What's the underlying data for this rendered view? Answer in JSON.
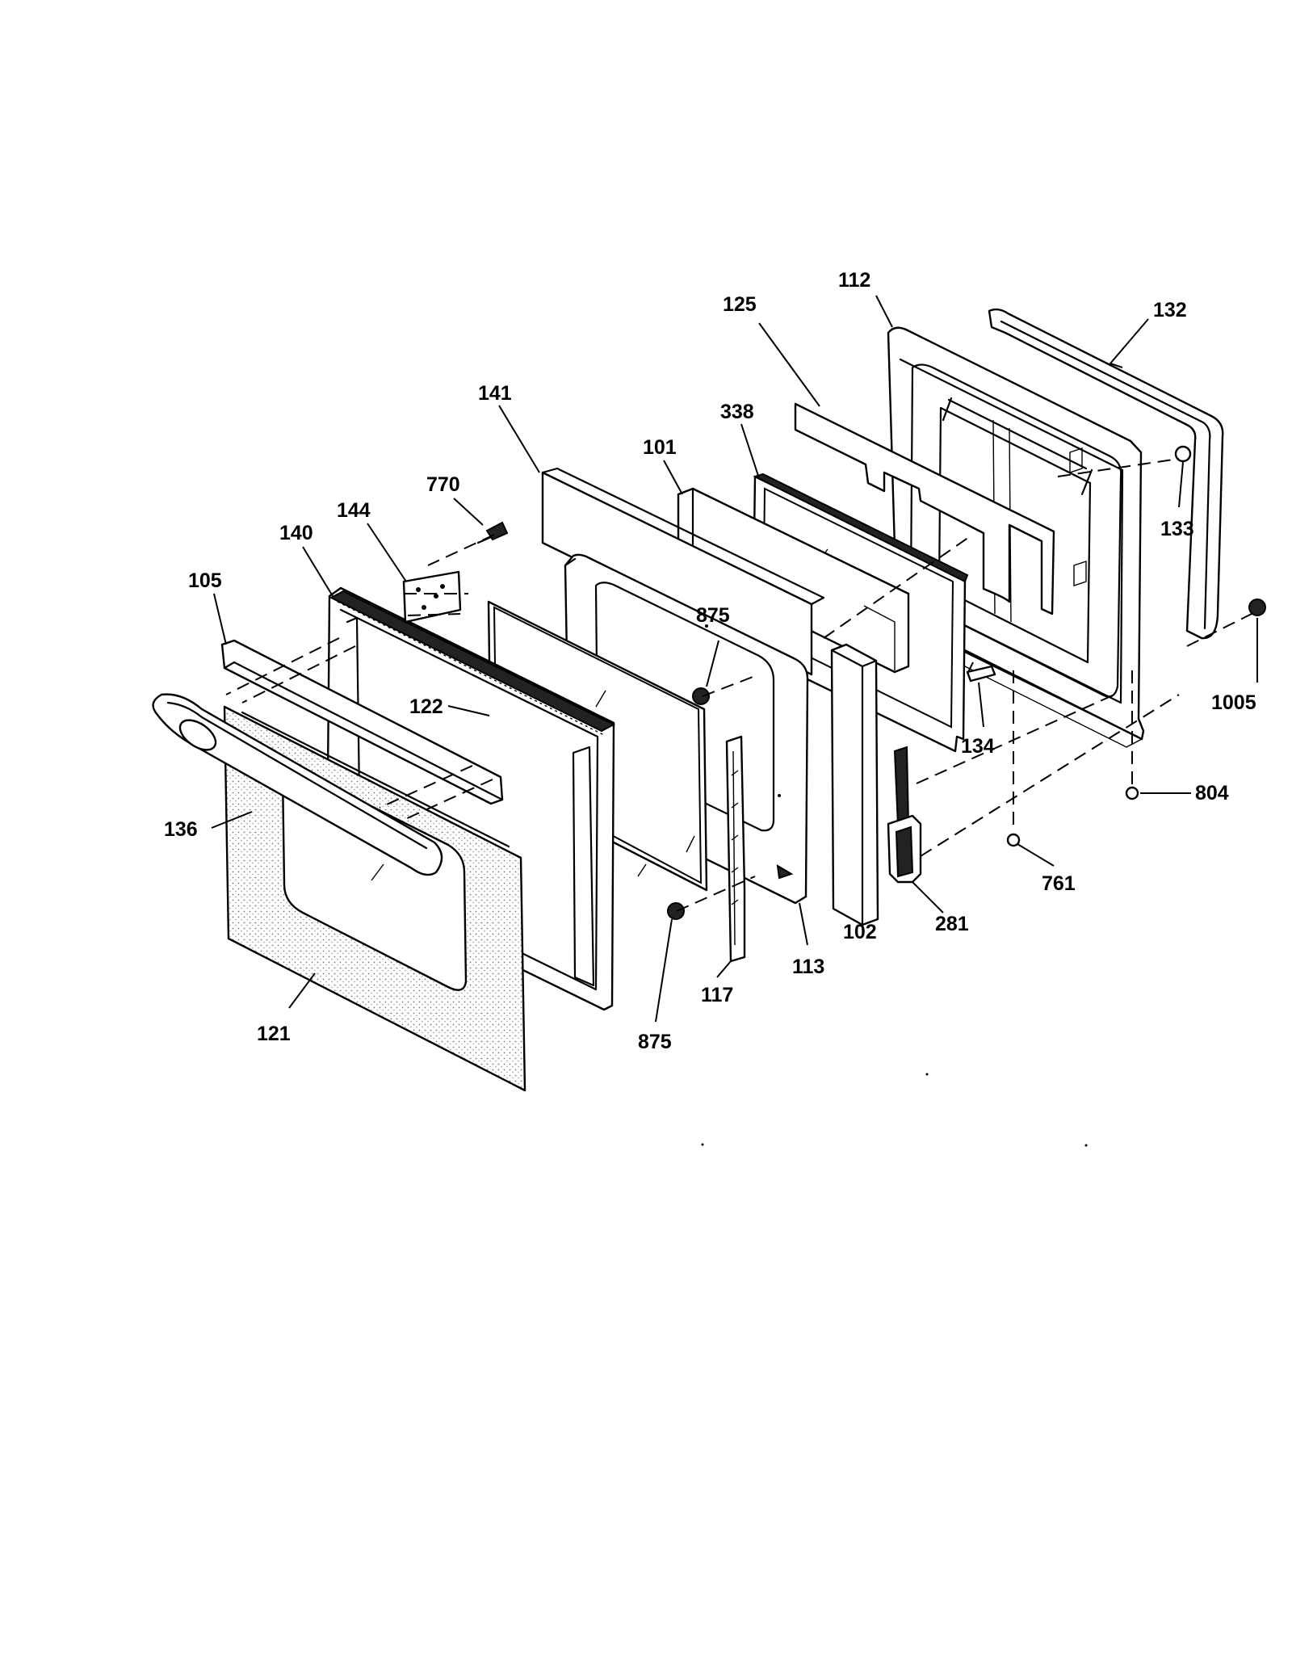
{
  "callouts": [
    {
      "id": "c112",
      "text": "112"
    },
    {
      "id": "c132",
      "text": "132"
    },
    {
      "id": "c125",
      "text": "125"
    },
    {
      "id": "c141",
      "text": "141"
    },
    {
      "id": "c338",
      "text": "338"
    },
    {
      "id": "c101",
      "text": "101"
    },
    {
      "id": "c770",
      "text": "770"
    },
    {
      "id": "c144",
      "text": "144"
    },
    {
      "id": "c133",
      "text": "133"
    },
    {
      "id": "c140",
      "text": "140"
    },
    {
      "id": "c105",
      "text": "105"
    },
    {
      "id": "c875a",
      "text": "875"
    },
    {
      "id": "c1005",
      "text": "1005"
    },
    {
      "id": "c122",
      "text": "122"
    },
    {
      "id": "c134",
      "text": "134"
    },
    {
      "id": "c804",
      "text": "804"
    },
    {
      "id": "c136",
      "text": "136"
    },
    {
      "id": "c761",
      "text": "761"
    },
    {
      "id": "c281",
      "text": "281"
    },
    {
      "id": "c102",
      "text": "102"
    },
    {
      "id": "c113",
      "text": "113"
    },
    {
      "id": "c117",
      "text": "117"
    },
    {
      "id": "c121",
      "text": "121"
    },
    {
      "id": "c875b",
      "text": "875"
    }
  ]
}
